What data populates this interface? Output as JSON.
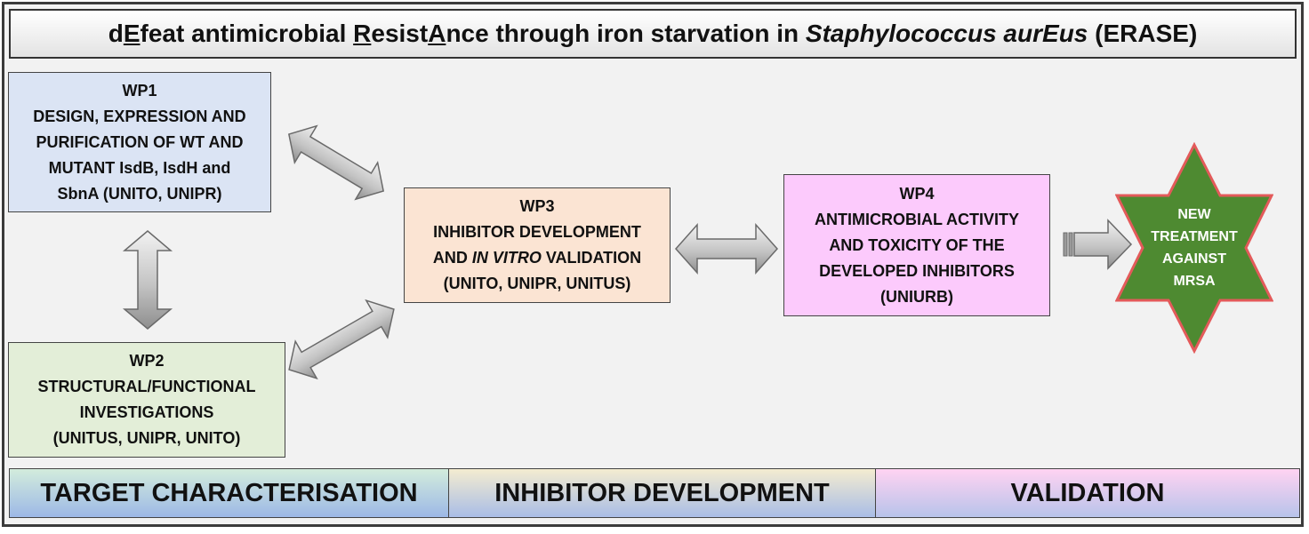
{
  "title": {
    "parts": [
      {
        "text": "d",
        "u": false,
        "i": false
      },
      {
        "text": "E",
        "u": true,
        "i": false
      },
      {
        "text": "feat antimicrobial ",
        "u": false,
        "i": false
      },
      {
        "text": "R",
        "u": true,
        "i": false
      },
      {
        "text": "esist",
        "u": false,
        "i": false
      },
      {
        "text": "A",
        "u": true,
        "i": false
      },
      {
        "text": "nce through iron starvation in ",
        "u": false,
        "i": false
      },
      {
        "text": "S",
        "u": true,
        "i": true
      },
      {
        "text": "taphylococcus aur",
        "u": false,
        "i": true
      },
      {
        "text": "E",
        "u": true,
        "i": true
      },
      {
        "text": "us",
        "u": false,
        "i": true
      },
      {
        "text": " (ERASE)",
        "u": false,
        "i": false
      }
    ]
  },
  "wp1": {
    "id": "WP1",
    "lines": [
      "DESIGN, EXPRESSION AND",
      "PURIFICATION OF WT AND",
      "MUTANT IsdB, IsdH and",
      "SbnA (UNITO, UNIPR)"
    ]
  },
  "wp2": {
    "id": "WP2",
    "lines": [
      "STRUCTURAL/FUNCTIONAL",
      "INVESTIGATIONS",
      "(UNITUS, UNIPR, UNITO)"
    ]
  },
  "wp3": {
    "id": "WP3",
    "line1": "INHIBITOR DEVELOPMENT",
    "line2_pre": "AND ",
    "line2_italic": "IN VITRO",
    "line2_post": " VALIDATION",
    "line3": "(UNITO, UNIPR, UNITUS)"
  },
  "wp4": {
    "id": "WP4",
    "lines": [
      "ANTIMICROBIAL ACTIVITY",
      "AND TOXICITY OF THE",
      "DEVELOPED INHIBITORS",
      "(UNIURB)"
    ]
  },
  "outcome": {
    "lines": [
      "NEW",
      "TREATMENT",
      "AGAINST",
      "MRSA"
    ],
    "fill": "#4e8a31",
    "stroke": "#e35a5a"
  },
  "phases": [
    "TARGET CHARACTERISATION",
    "INHIBITOR DEVELOPMENT",
    "VALIDATION"
  ],
  "colors": {
    "wp1_bg": "#dbe4f4",
    "wp2_bg": "#e3eed8",
    "wp3_bg": "#fbe4d3",
    "wp4_bg": "#fccafc",
    "arrow_fill": "#c9c9c9"
  }
}
